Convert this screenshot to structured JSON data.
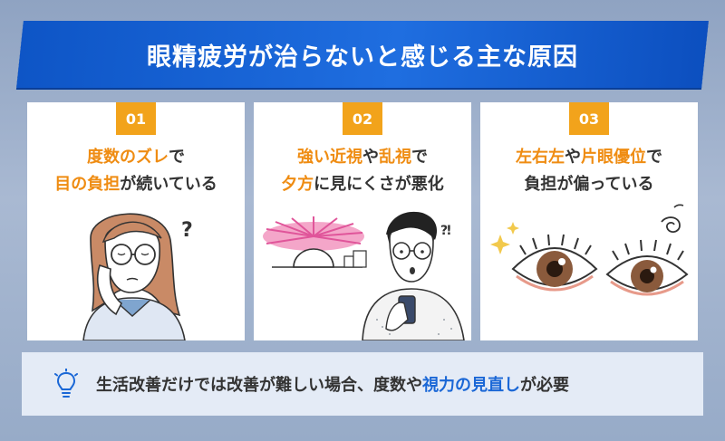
{
  "banner": {
    "title": "眼精疲労が治らないと感じる主な原因"
  },
  "cards": [
    {
      "number": "01",
      "line1": [
        {
          "t": "度数のズレ",
          "hl": true
        },
        {
          "t": "で",
          "hl": false
        }
      ],
      "line2": [
        {
          "t": "目の負担",
          "hl": true
        },
        {
          "t": "が続いている",
          "hl": false
        }
      ]
    },
    {
      "number": "02",
      "line1": [
        {
          "t": "強い近視",
          "hl": true
        },
        {
          "t": "や",
          "hl": false
        },
        {
          "t": "乱視",
          "hl": true
        },
        {
          "t": "で",
          "hl": false
        }
      ],
      "line2": [
        {
          "t": "夕方",
          "hl": true
        },
        {
          "t": "に見にくさが悪化",
          "hl": false
        }
      ]
    },
    {
      "number": "03",
      "line1": [
        {
          "t": "左右左",
          "hl": true
        },
        {
          "t": "や",
          "hl": false
        },
        {
          "t": "片眼優位",
          "hl": true
        },
        {
          "t": "で",
          "hl": false
        }
      ],
      "line2": [
        {
          "t": "負担が偏っている",
          "hl": false
        }
      ]
    }
  ],
  "note": {
    "parts": [
      {
        "t": "生活改善だけでは改善が難しい場合、度数や",
        "blue": false
      },
      {
        "t": "視力の見直し",
        "blue": true
      },
      {
        "t": "が必要",
        "blue": false
      }
    ]
  },
  "colors": {
    "accent": "#ef8c12",
    "badge": "#f2a31b",
    "banner": "#1561d4",
    "note_highlight": "#1a67d6"
  },
  "icons": {
    "note": "lightbulb-icon"
  }
}
